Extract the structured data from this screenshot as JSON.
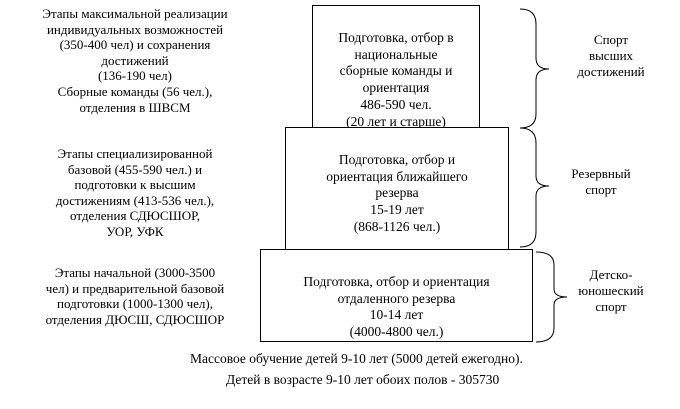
{
  "levels": [
    {
      "left_note": "Этапы  максимальной реализации\nиндивидуальных возможностей\n(350-400 чел)  и сохранения\nдостижений\n(136-190 чел)\nСборные команды  (56 чел.),\nотделения в ШВСМ",
      "box_text": "Подготовка, отбор в\nнациональные\nсборные команды и\nориентация\n486-590 чел.\n(20 лет и старше)",
      "right_label": "Спорт\nвысших\nдостижений"
    },
    {
      "left_note": "Этапы специализированной\nбазовой (455-590 чел.) и\nподготовки  к высшим\nдостижениям (413-536 чел.),\nотделения СДЮСШОР,\nУОР, УФК",
      "box_text": "Подготовка, отбор и\nориентация ближайшего\nрезерва\n15-19 лет\n(868-1126 чел.)",
      "right_label": "Резервный\nспорт"
    },
    {
      "left_note": "Этапы начальной  (3000-3500\nчел) и предварительной базовой\nподготовки (1000-1300 чел),\nотделения ДЮСШ, СДЮСШОР",
      "box_text": "Подготовка, отбор и ориентация\nотдаленного резерва\n10-14 лет\n(4000-4800 чел.)",
      "right_label": "Детско-\nюношеский\nспорт"
    }
  ],
  "footer": {
    "line1": "Массовое обучение детей 9-10 лет (5000 детей ежегодно).",
    "line2": "Детей в возрасте 9-10 лет обоих полов - 305730"
  }
}
